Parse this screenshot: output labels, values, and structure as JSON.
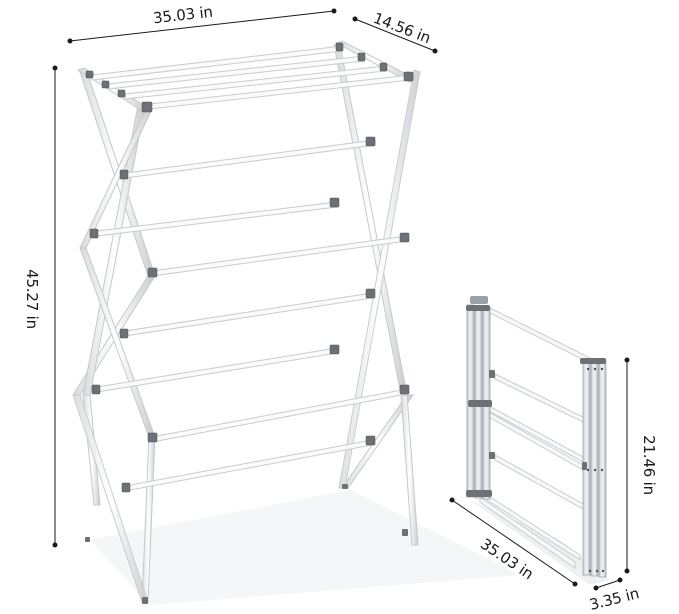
{
  "diagram": {
    "subject": "Expandable clothes drying rack, unfolded and folded",
    "colors": {
      "background": "#ffffff",
      "frame": "#f4f5f6",
      "frame_edge": "#b9bcc0",
      "connector": "#6d7075",
      "dimension_line": "#1a1a1a",
      "folded_frame": "#dfe3e7",
      "shadow": "#e9ebee"
    },
    "unfolded_rack": {
      "width_label": "35.03 in",
      "depth_label": "14.56 in",
      "height_label": "45.27 in",
      "hanging_rods": 11
    },
    "folded_rack": {
      "length_label": "35.03 in",
      "thickness_label": "3.35 in",
      "height_label": "21.46 in"
    }
  }
}
